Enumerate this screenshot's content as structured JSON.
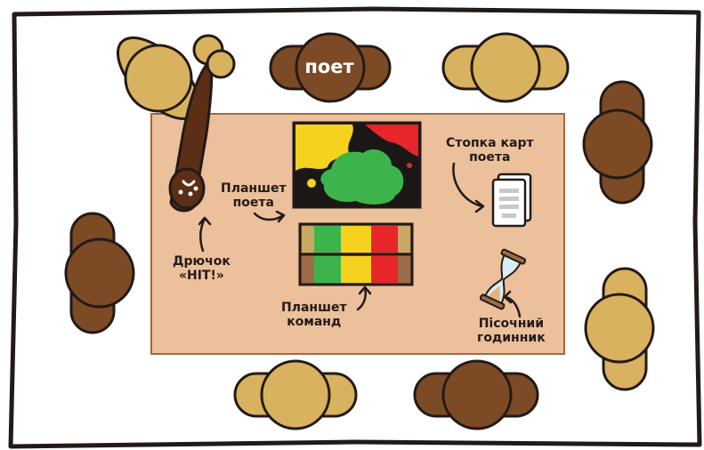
{
  "colors": {
    "table": "#ebc09b",
    "table_border": "#9c6b47",
    "chair_light": "#d8b25e",
    "chair_dark": "#7c4a25",
    "poet_chair": "#7c4a25",
    "board_green": "#3db44b",
    "board_yellow": "#f5d21d",
    "board_red": "#e6262b",
    "board_black": "#1a1716",
    "stick": "#5c2e16",
    "outline": "#231a17"
  },
  "poet_seat": {
    "label": "поет"
  },
  "labels": {
    "poet_board": [
      "Планшет",
      "поета"
    ],
    "poet_cards": [
      "Стопка карт",
      "поета"
    ],
    "hit_stick": [
      "Дрючок",
      "«HIT!»"
    ],
    "team_board": [
      "Планшет",
      "команд"
    ],
    "hourglass": [
      "Пісочний",
      "годинник"
    ]
  },
  "team_board": {
    "stripes": [
      "tan",
      "green",
      "yellow",
      "red",
      "tan"
    ]
  }
}
